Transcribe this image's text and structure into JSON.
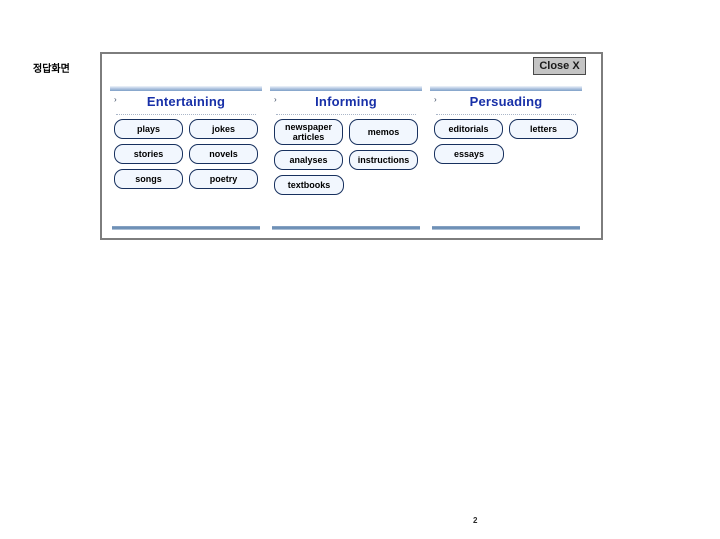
{
  "slide": {
    "caption": "정답화면",
    "page_number": "2"
  },
  "close_button": {
    "label": "Close X"
  },
  "panels": [
    {
      "arrow": "›",
      "title": "Entertaining",
      "rows": [
        [
          "plays",
          "jokes"
        ],
        [
          "stories",
          "novels"
        ],
        [
          "songs",
          "poetry"
        ]
      ]
    },
    {
      "arrow": "›",
      "title": "Informing",
      "rows": [
        [
          "newspaper articles",
          "memos"
        ],
        [
          "analyses",
          "instructions"
        ],
        [
          "textbooks",
          ""
        ]
      ]
    },
    {
      "arrow": "›",
      "title": "Persuading",
      "rows": [
        [
          "editorials",
          "letters"
        ],
        [
          "essays",
          ""
        ],
        [
          "",
          ""
        ]
      ]
    }
  ],
  "colors": {
    "title_blue": "#1830a8",
    "chip_border": "#17305e",
    "chip_fill": "#f2f7fe",
    "frame_border": "#7d7d7d",
    "close_bg": "#c4c4c4"
  }
}
